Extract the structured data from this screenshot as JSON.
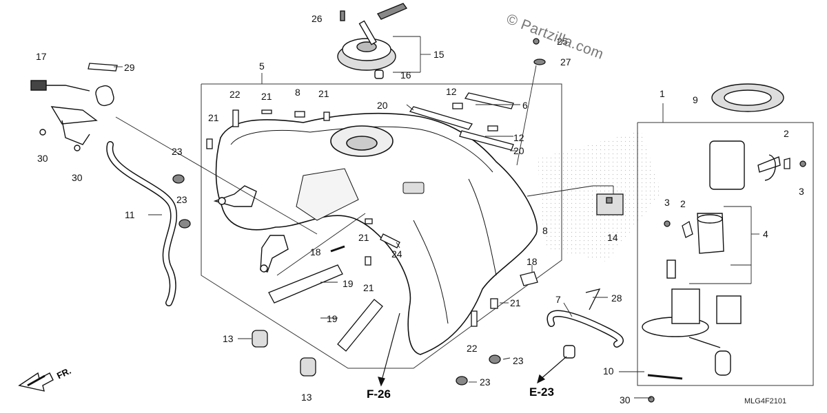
{
  "watermark": "© Partzilla.com",
  "diagram_code": "MLG4F2101",
  "front_arrow_label": "FR.",
  "references": {
    "f26": "F-26",
    "e23": "E-23"
  },
  "callouts": [
    "1",
    "2",
    "2",
    "3",
    "3",
    "4",
    "5",
    "6",
    "7",
    "8",
    "8",
    "9",
    "10",
    "11",
    "12",
    "12",
    "13",
    "13",
    "14",
    "15",
    "16",
    "17",
    "18",
    "18",
    "19",
    "19",
    "20",
    "20",
    "21",
    "21",
    "21",
    "21",
    "21",
    "21",
    "22",
    "22",
    "23",
    "23",
    "23",
    "23",
    "24",
    "25",
    "26",
    "27",
    "28",
    "29",
    "30",
    "30",
    "30"
  ]
}
